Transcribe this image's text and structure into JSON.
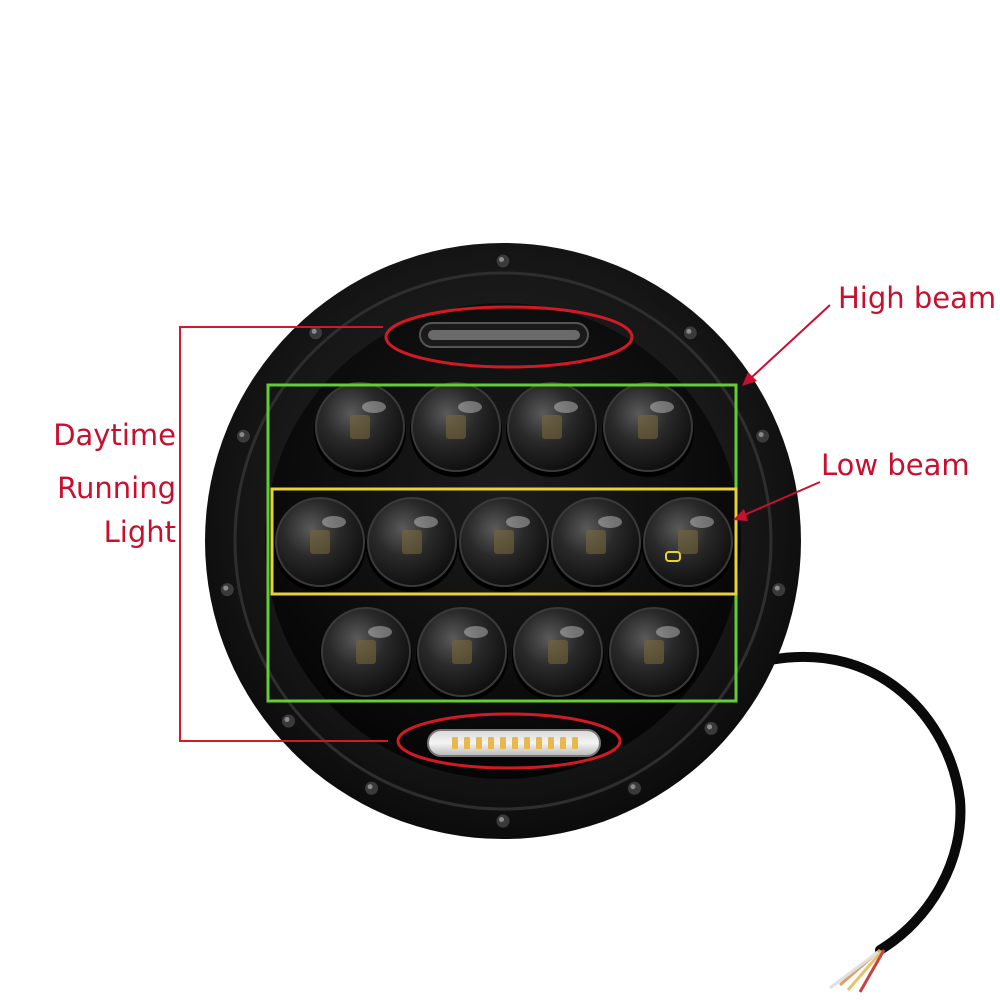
{
  "labels": {
    "high_beam": "High beam",
    "low_beam": "Low beam",
    "drl_line1": "Daytime",
    "drl_line2": "Running",
    "drl_line3": "Light"
  },
  "colors": {
    "annotation_red": "#c8102e",
    "high_beam_box": "#66cc33",
    "low_beam_box": "#e6d23a",
    "drl_ellipse": "#d21a24",
    "housing": "#121212",
    "background": "#ffffff"
  },
  "icons": {
    "product": "round-led-headlight",
    "cable": "power-cable",
    "bolt": "bolt-icon"
  },
  "lens_counts": {
    "top_row": 4,
    "middle_row": 5,
    "bottom_row": 4
  }
}
